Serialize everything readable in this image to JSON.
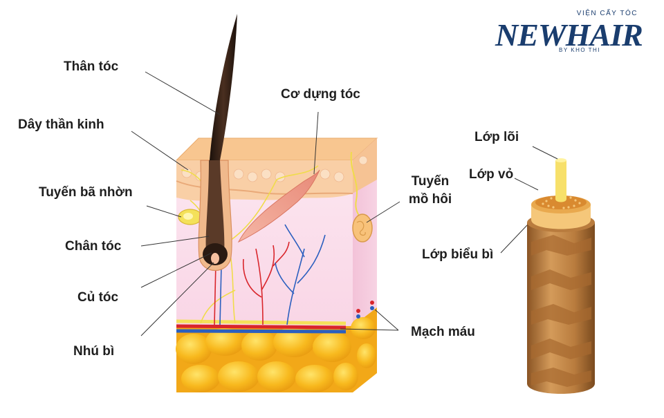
{
  "labels": {
    "than_toc": "Thân tóc",
    "day_than_kinh": "Dây thần kinh",
    "tuyen_ba_nhon": "Tuyến bã nhờn",
    "chan_toc": "Chân tóc",
    "cu_toc": "Củ tóc",
    "nhu_bi": "Nhú bì",
    "co_dung_toc": "Cơ dựng tóc",
    "tuyen_mo_hoi": "Tuyến mồ hôi",
    "mach_mau": "Mạch máu",
    "lop_loi": "Lớp lõi",
    "lop_vo": "Lớp vỏ",
    "lop_bieu_bi": "Lớp biểu bì"
  },
  "logo": {
    "top_text": "VIỆN CẤY TÓC",
    "main_text": "NEWHAIR",
    "bottom_text": "BY KHO THI",
    "color": "#1a3d6e"
  },
  "colors": {
    "skin_top": "#f6c48e",
    "dermis": "#fbe0ec",
    "fat": "#f7b81c",
    "hair": "#2a1a12",
    "artery": "#d9252b",
    "vein": "#2b5fbf",
    "nerve": "#f4e15a",
    "hair_cortex": "#c98a48"
  }
}
